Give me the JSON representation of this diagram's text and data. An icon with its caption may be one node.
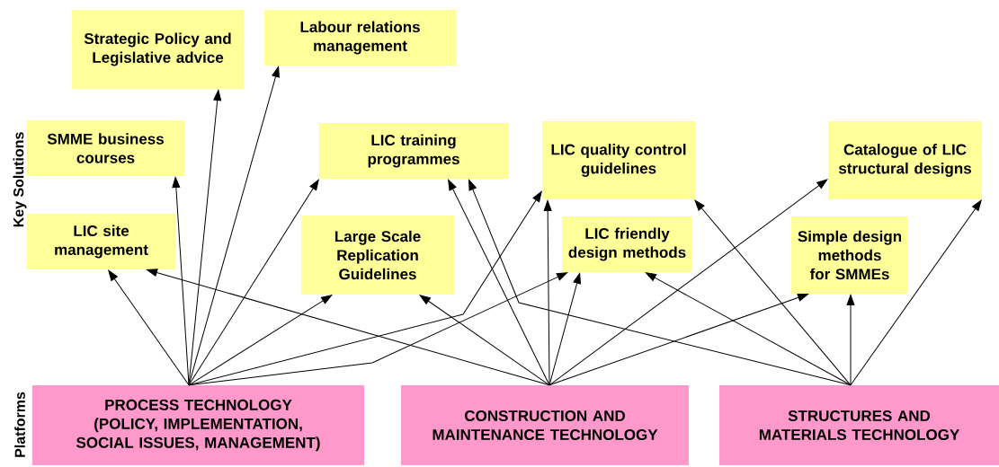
{
  "diagram": {
    "nodes": [
      {
        "text": [
          "Strategic Policy and Legislative advice"
        ]
      },
      {
        "text": [
          "Labour relations management"
        ]
      },
      {
        "text": [
          "SMME business courses"
        ]
      },
      {
        "text": [
          "LIC training programmes"
        ]
      },
      {
        "text": [
          "LIC quality control guidelines"
        ]
      },
      {
        "text": [
          "Catalogue of LIC structural designs"
        ]
      },
      {
        "text": [
          "LIC site management"
        ]
      },
      {
        "text": [
          "Large Scale Replication Guidelines"
        ]
      },
      {
        "text": [
          "LIC friendly design methods"
        ]
      },
      {
        "text": [
          "Simple design methods for SMMEs"
        ]
      },
      {
        "text": [
          "PROCESS TECHNOLOGY (POLICY, IMPLEMENTATION, SOCIAL ISSUES, MANAGEMENT)"
        ]
      },
      {
        "text": [
          "CONSTRUCTION AND MAINTENANCE TECHNOLOGY"
        ]
      },
      {
        "text": [
          "STRUCTURES AND MATERIALS TECHNOLOGY"
        ]
      }
    ],
    "edges": [
      {
        "from": 10,
        "to": 6,
        "arrow": "to"
      },
      {
        "from": 10,
        "to": 2,
        "arrow": "to"
      },
      {
        "from": 10,
        "to": 0,
        "arrow": "to"
      },
      {
        "from": 10,
        "to": 1,
        "arrow": "to"
      },
      {
        "from": 10,
        "to": 3,
        "arrow": "to"
      },
      {
        "from": 10,
        "to": 7,
        "arrow": "to"
      },
      {
        "from": 10,
        "to": 4,
        "arrow": "to"
      },
      {
        "from": 10,
        "to": 8,
        "arrow": "to"
      },
      {
        "from": 11,
        "to": 6,
        "arrow": "to"
      },
      {
        "from": 11,
        "to": 7,
        "arrow": "to"
      },
      {
        "from": 11,
        "to": 3,
        "arrow": "to"
      },
      {
        "from": 11,
        "to": 4,
        "arrow": "to"
      },
      {
        "from": 11,
        "to": 8,
        "arrow": "to"
      },
      {
        "from": 11,
        "to": 5,
        "arrow": "to"
      },
      {
        "from": 11,
        "to": 9,
        "arrow": "to"
      },
      {
        "from": 12,
        "to": 3,
        "arrow": "to"
      },
      {
        "from": 12,
        "to": 4,
        "arrow": "to"
      },
      {
        "from": 12,
        "to": 8,
        "arrow": "to"
      },
      {
        "from": 12,
        "to": 9,
        "arrow": "to"
      },
      {
        "from": 12,
        "to": 5,
        "arrow": "to"
      }
    ],
    "labels": [
      "Key Solutions",
      "Platforms"
    ]
  }
}
